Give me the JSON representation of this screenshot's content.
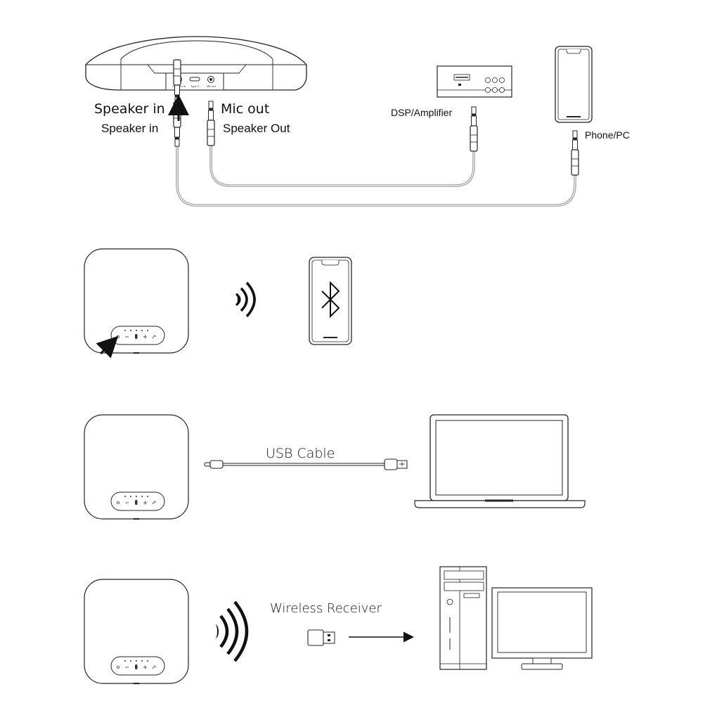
{
  "section1": {
    "port_labels": {
      "speaker_in": "Speaker in",
      "type_c": "Type C",
      "mic_out": "Mic out"
    },
    "callouts": {
      "speaker_in_top": "Speaker in",
      "speaker_in_bottom": "Speaker in",
      "mic_out_top": "Mic out",
      "speaker_out": "Speaker Out"
    },
    "dsp_label": "DSP/Amplifier",
    "phone_pc_label": "Phone/PC"
  },
  "section2": {
    "icon": "bluetooth-icon"
  },
  "section3": {
    "cable_label": "USB Cable"
  },
  "section4": {
    "receiver_label": "Wireless Receiver"
  },
  "icons": [
    "speakerphone-icon",
    "jack-plug-icon",
    "phone-icon",
    "bluetooth-icon",
    "wireless-signal-icon",
    "laptop-icon",
    "usb-plug-icon",
    "usb-c-plug-icon",
    "desktop-tower-icon",
    "monitor-icon",
    "usb-dongle-icon",
    "arrow-icon"
  ]
}
